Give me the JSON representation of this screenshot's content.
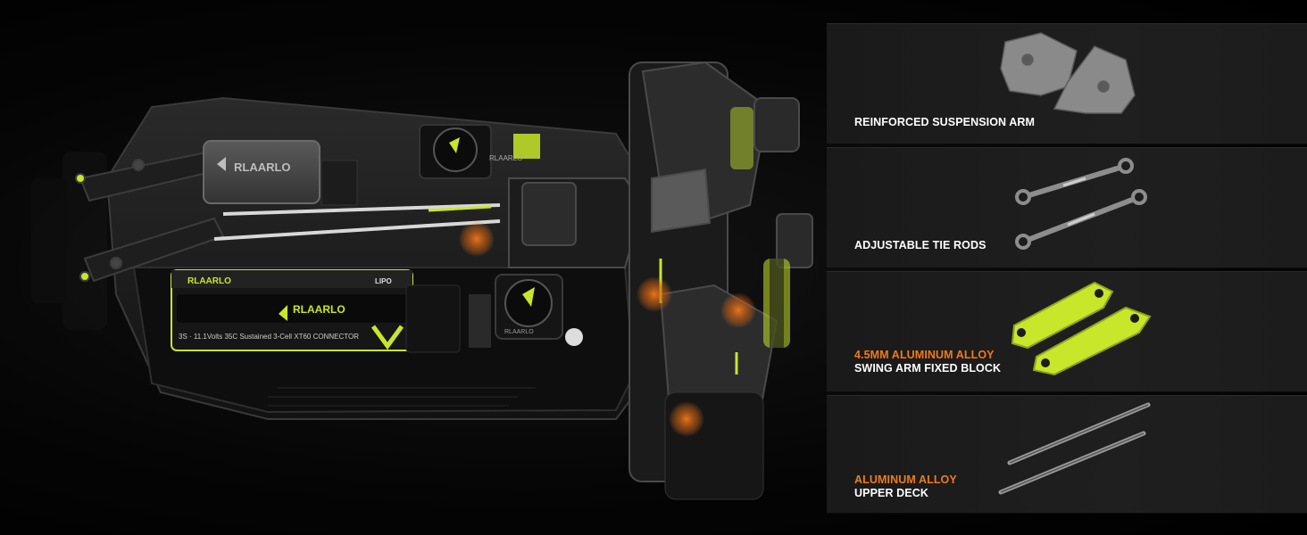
{
  "colors": {
    "accent": "#f07a1e",
    "lime": "#c8e62a",
    "panel": "#1d1d1d"
  },
  "chassis": {
    "receiver_box_brand": "RLAARLO",
    "battery_brand": "RLAARLO",
    "battery_strap_brand": "RLAARLO",
    "battery_spec": "3S · 11.1Volts  35C Sustained  3-Cell  XT60 CONNECTOR",
    "battery_tag": "LIPO",
    "esc_label": "RLAARLO",
    "motor_fan_label": "RLAARLO"
  },
  "features": [
    {
      "line1": "REINFORCED SUSPENSION ARM",
      "line2": "",
      "line1_accent": false
    },
    {
      "line1": "ADJUSTABLE TIE RODS",
      "line2": "",
      "line1_accent": false
    },
    {
      "line1": "4.5MM ALUMINUM ALLOY",
      "line2": "SWING ARM FIXED BLOCK",
      "line1_accent": true
    },
    {
      "line1": "ALUMINUM ALLOY",
      "line2": "UPPER DECK",
      "line1_accent": true
    }
  ]
}
